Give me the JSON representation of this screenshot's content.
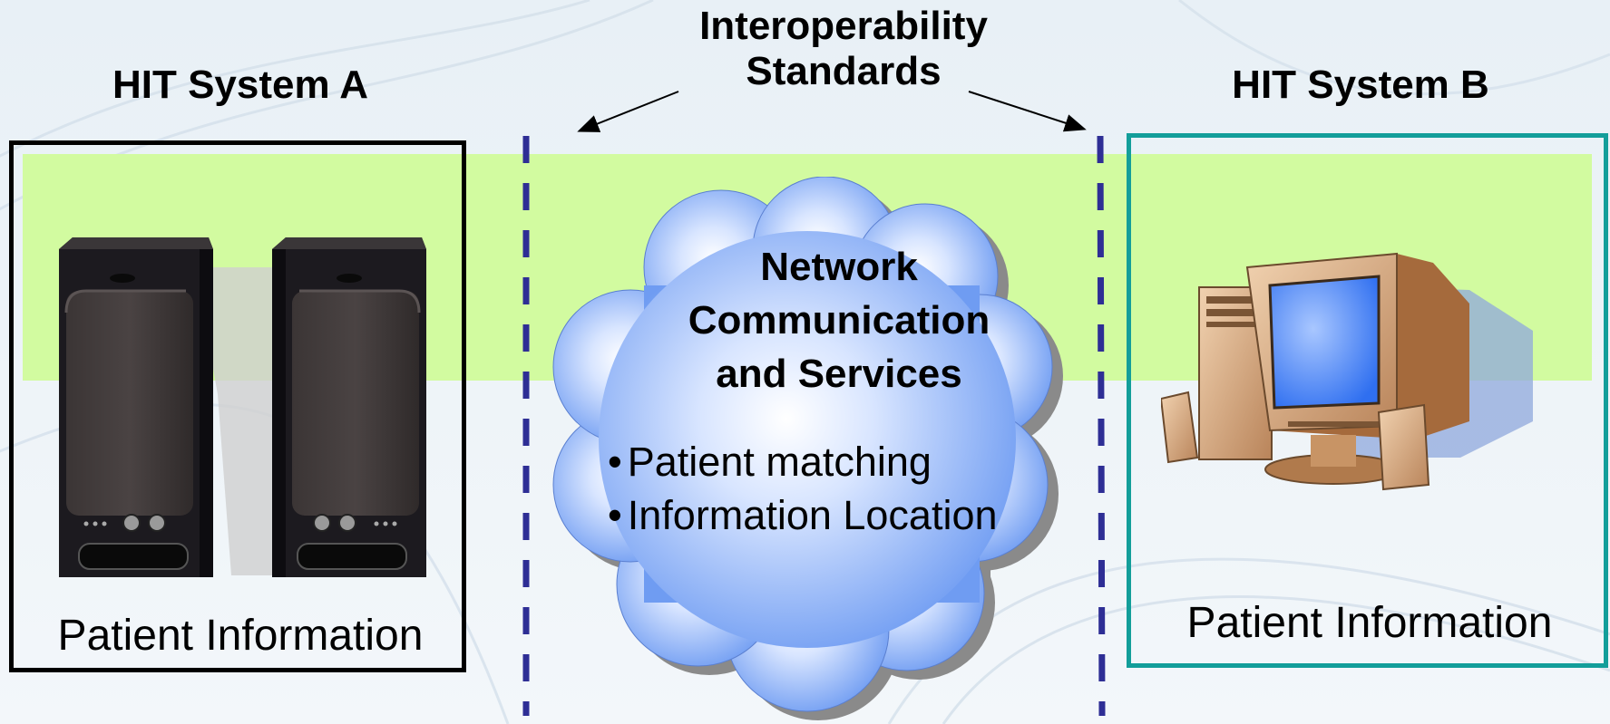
{
  "system_a": {
    "title": "HIT System A",
    "label": "Patient Information"
  },
  "system_b": {
    "title": "HIT System B",
    "label": "Patient Information"
  },
  "standards": {
    "line1": "Interoperability",
    "line2": "Standards"
  },
  "cloud": {
    "title_lines": [
      "Network",
      "Communication",
      "and Services"
    ],
    "bullets": [
      "Patient matching",
      "Information Location"
    ]
  },
  "colors": {
    "band": "#d2fba0",
    "system_a_border": "#000000",
    "system_b_border": "#139e9a",
    "dashed_line": "#2e2e95",
    "cloud": "#6f9cf2"
  },
  "icons": [
    "server-icon",
    "computer-icon",
    "cloud-icon",
    "arrow-icon"
  ]
}
